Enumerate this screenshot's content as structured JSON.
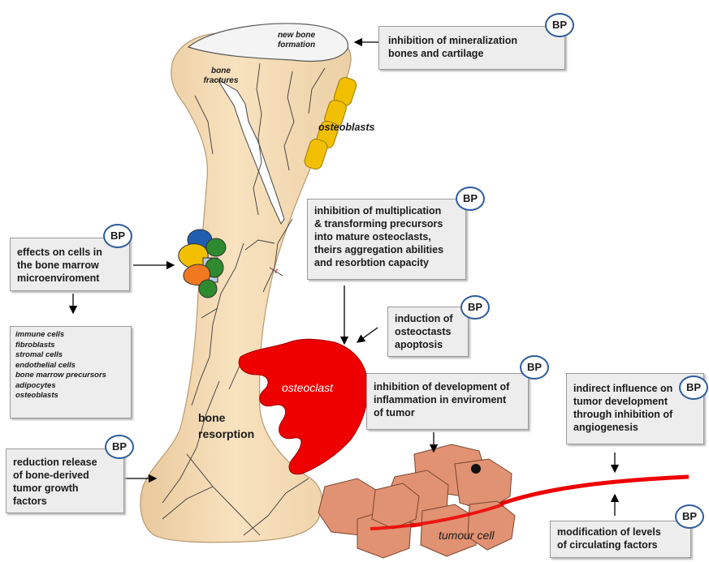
{
  "labels": {
    "new_bone_formation": [
      "new bone",
      "formation"
    ],
    "bone_fractures": [
      "bone",
      "fractures"
    ],
    "osteoblasts": "osteoblasts",
    "osteoclast": "osteoclast",
    "bone_resorption": [
      "bone",
      "resorption"
    ],
    "tumour_cell": "tumour cell"
  },
  "badge_text": "BP",
  "boxes": {
    "mineralization": [
      "inhibition of mineralization",
      "bones and cartilage"
    ],
    "multiplication": [
      "inhibition of multiplication",
      "& transforming precursors",
      "into mature osteoclasts,",
      "theirs aggregation abilities",
      "and resorbtion capacity"
    ],
    "bone_marrow": [
      "effects on cells in",
      "the bone marrow",
      "microenviroment"
    ],
    "apoptosis": [
      "induction of",
      "osteoctasts",
      "apoptosis"
    ],
    "inflammation": [
      "inhibition of development of",
      "inflammation in enviroment",
      "of tumor"
    ],
    "angiogenesis": [
      "indirect influence on",
      "tumor development",
      "through inhibition of",
      "angiogenesis"
    ],
    "growth_factors": [
      "reduction release",
      "of bone-derived",
      "tumor growth",
      "factors"
    ],
    "circulating": [
      "modification of levels",
      "of circulating factors"
    ]
  },
  "marrow_cells": [
    "immune cells",
    "fibroblasts",
    "stromal cells",
    "endothelial cells",
    "bone marrow precursors",
    "adipocytes",
    "osteoblasts"
  ],
  "colors": {
    "bone": "#f6dcb4",
    "bone_outline": "#b89a72",
    "osteoclast": "#ee0000",
    "osteoblast": "#f2c000",
    "tumour": "#e19272",
    "blood_vessel": "#ee0000",
    "badge_border": "#2e5c9a"
  }
}
